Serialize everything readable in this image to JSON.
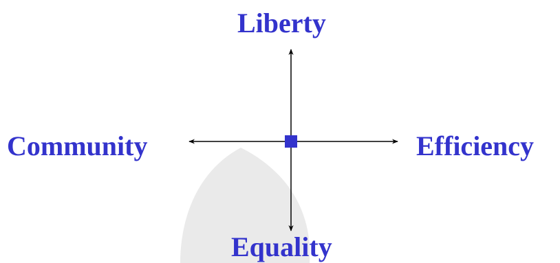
{
  "diagram": {
    "labels": {
      "top": "Liberty",
      "left": "Community",
      "right": "Efficiency",
      "bottom": "Equality"
    },
    "colors": {
      "label": "#3333cc",
      "axis": "#000000",
      "center_marker": "#3333cc",
      "watermark": "#eaeaea"
    },
    "icons": {
      "watermark": "leaf-watermark-icon",
      "center": "center-square-icon"
    }
  }
}
